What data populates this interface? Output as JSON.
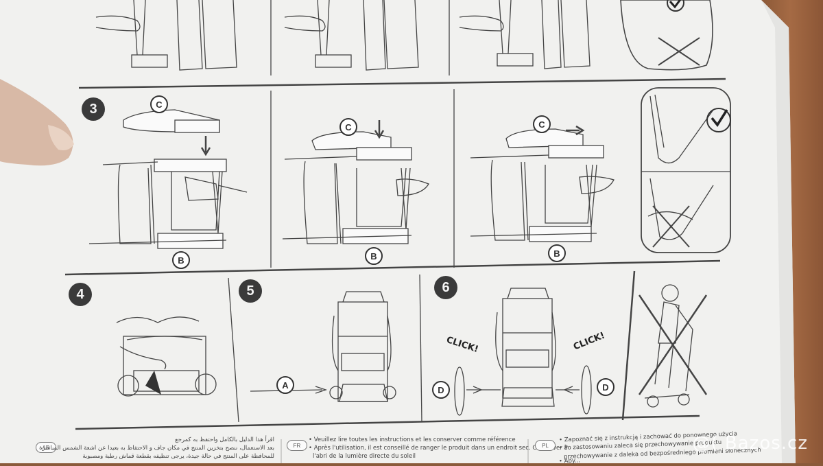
{
  "steps": {
    "step3": "3",
    "step4": "4",
    "step5": "5",
    "step6": "6"
  },
  "labels": {
    "c": "C",
    "b": "B",
    "a": "A",
    "d": "D",
    "click": "CLICK!"
  },
  "footer": {
    "ar_tag": "AR",
    "ar_lines": [
      "اقرأ هذا الدليل بالكامل واحتفظ به كمرجع",
      "بعد الاستعمال، ننصح بتخزين المنتج في مكان جاف و الاحتفاظ به بعيدا عن أشعة الشمس المباشرة",
      "للمحافظة على المنتج في حالة جيدة، يرجى تنظيفه بقطعة قماش رطبة ومصبوبة"
    ],
    "fr_tag": "FR",
    "fr_lines": [
      "• Veuillez lire toutes les instructions et les conserver comme référence",
      "• Après l'utilisation, il est conseillé de ranger le produit dans un endroit sec. Conserver à",
      "l'abri de la lumière directe du soleil"
    ],
    "pl_tag": "PL",
    "pl_lines": [
      "• Zapoznać się z instrukcją i zachować do ponownego użycia",
      "• Po zastosowaniu zaleca się przechowywanie produktu",
      "przechowywanie z daleka od bezpośredniego promieni słonecznych",
      "• Aby..."
    ]
  },
  "watermark": "@( Bazos.cz",
  "colors": {
    "paper": "#f2f2f0",
    "ink": "#333333",
    "badge": "#3a3a3a",
    "background": "#8a5a3a"
  },
  "icons": [
    "checkmark-icon",
    "cross-icon",
    "arrow-icon"
  ]
}
